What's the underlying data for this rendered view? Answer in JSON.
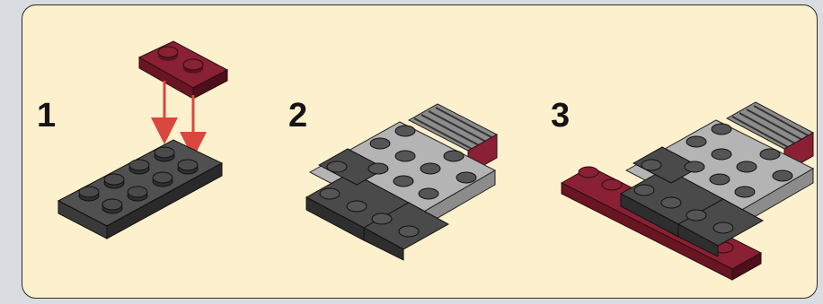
{
  "steps": [
    {
      "number": "1"
    },
    {
      "number": "2"
    },
    {
      "number": "3"
    }
  ],
  "colors": {
    "panel_background": "#fdf0cd",
    "page_background": "#d9dde1",
    "panel_border": "#2b2b2b",
    "arrow": "#d9473f",
    "dark_red_brick": "#7a1b2a",
    "dark_gray_brick": "#3b3b3b",
    "light_gray_brick": "#a9a9a9"
  }
}
